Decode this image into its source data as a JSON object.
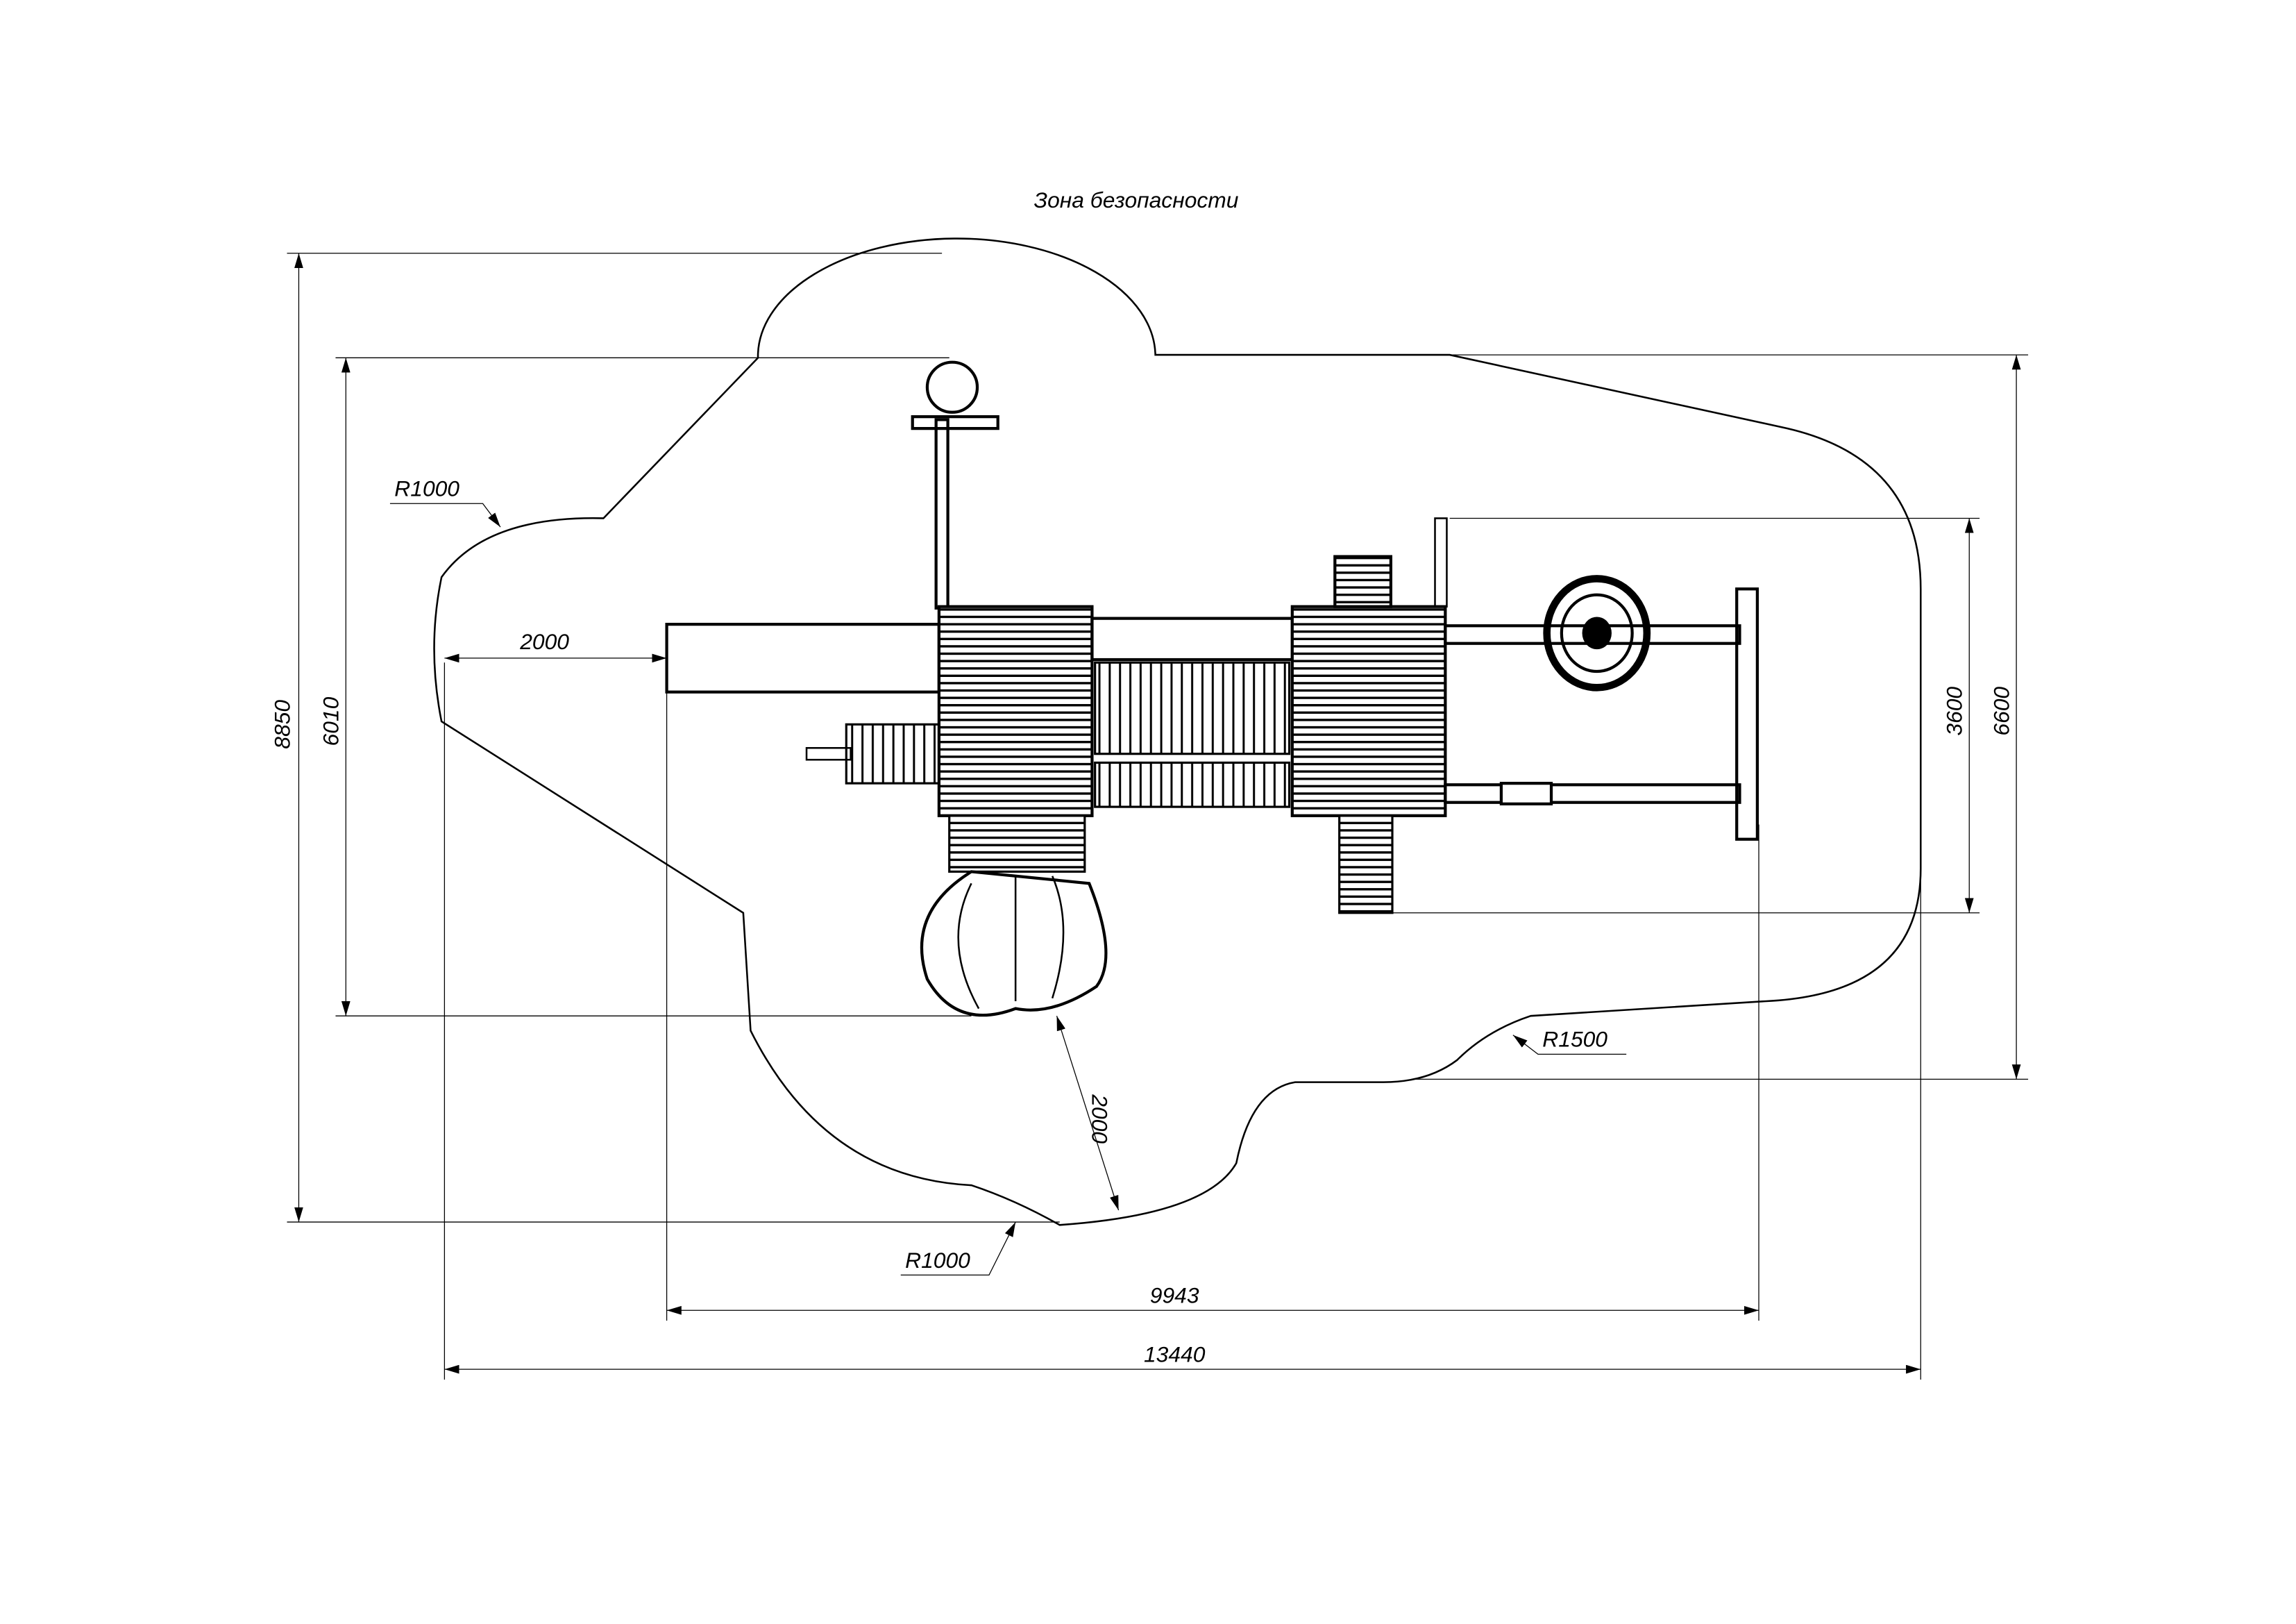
{
  "title": "Зона безопасности",
  "dimensions": {
    "overall_width": "13440",
    "equipment_width": "9943",
    "overall_height": "8850",
    "equipment_height": "6010",
    "right_height_inner": "3600",
    "right_height_outer": "6600",
    "left_clearance": "2000",
    "slide_clearance": "2000"
  },
  "radii": {
    "top_left": "R1000",
    "bottom": "R1000",
    "right": "R1500"
  }
}
